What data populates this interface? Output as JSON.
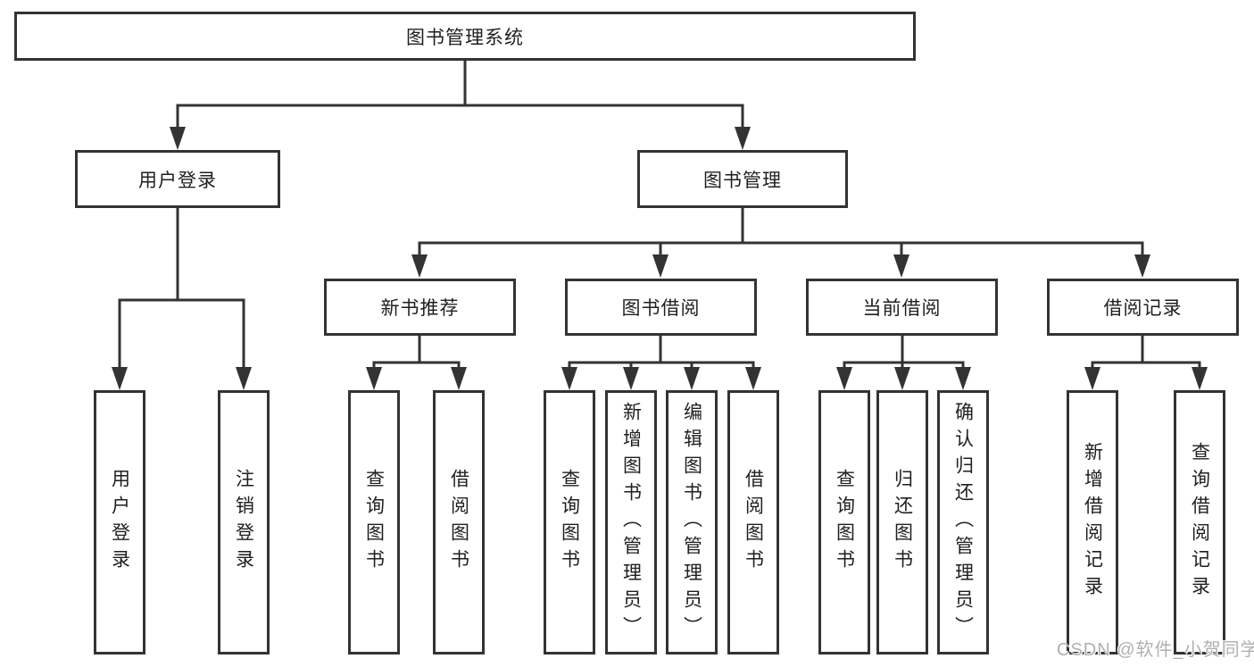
{
  "tree": {
    "root": {
      "label": "图书管理系统"
    },
    "branches": [
      {
        "label": "用户登录",
        "leaves": [
          {
            "label": "用户登录"
          },
          {
            "label": "注销登录"
          }
        ]
      },
      {
        "label": "图书管理",
        "groups": [
          {
            "label": "新书推荐",
            "leaves": [
              {
                "label": "查询图书"
              },
              {
                "label": "借阅图书"
              }
            ]
          },
          {
            "label": "图书借阅",
            "leaves": [
              {
                "label": "查询图书"
              },
              {
                "label": "新增图书（管理员）"
              },
              {
                "label": "编辑图书（管理员）"
              },
              {
                "label": "借阅图书"
              }
            ]
          },
          {
            "label": "当前借阅",
            "leaves": [
              {
                "label": "查询图书"
              },
              {
                "label": "归还图书"
              },
              {
                "label": "确认归还（管理员）"
              }
            ]
          },
          {
            "label": "借阅记录",
            "leaves": [
              {
                "label": "新增借阅记录"
              },
              {
                "label": "查询借阅记录"
              }
            ]
          }
        ]
      }
    ]
  },
  "watermark": {
    "text": "CSDN @软件_小贺同学"
  },
  "colors": {
    "line": "#333333",
    "box_border": "#333333",
    "text": "#1f1f1f",
    "background": "#ffffff",
    "watermark": "#b0b0b0"
  }
}
